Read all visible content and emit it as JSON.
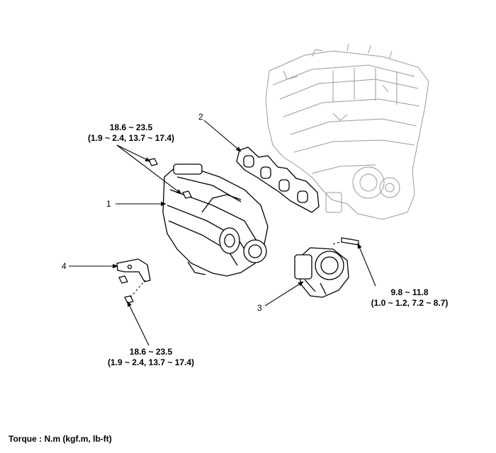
{
  "torque_labels": [
    {
      "value": "18.6 ~ 23.5",
      "units": "(1.9 ~ 2.4, 13.7 ~ 17.4)"
    },
    {
      "value": "9.8 ~ 11.8",
      "units": "(1.0 ~ 1.2, 7.2 ~ 8.7)"
    },
    {
      "value": "18.6 ~ 23.5",
      "units": "(1.9 ~ 2.4, 13.7 ~ 17.4)"
    }
  ],
  "callouts": [
    "1",
    "2",
    "3",
    "4"
  ],
  "legend": "Torque : N.m (kgf.m, lb-ft)",
  "colors": {
    "line": "#000000",
    "engine_line": "#9a9a9a",
    "background": "#ffffff"
  }
}
